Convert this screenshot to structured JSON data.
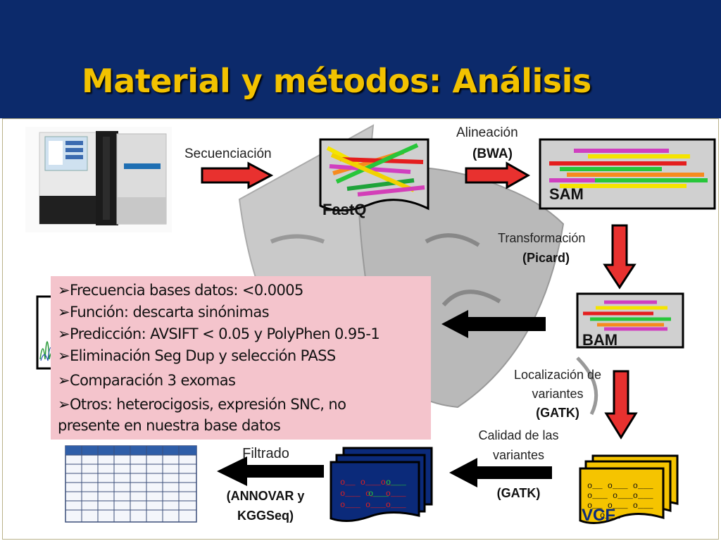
{
  "slide": {
    "title": "Material y métodos: Análisis"
  },
  "steps": {
    "sequencing": "Secuenciación",
    "alignment": "Alineación",
    "alignment_tool": "(BWA)",
    "transformation": "Transformación",
    "transformation_tool": "(Picard)",
    "localization_line1": "Localización de",
    "localization_line2": "variantes",
    "localization_tool": "(GATK)",
    "quality_line1": "Calidad de las",
    "quality_line2": "variantes",
    "quality_tool": "(GATK)",
    "filtering": "Filtrado",
    "filtering_tool_line1": "(ANNOVAR y",
    "filtering_tool_line2": "KGGSeq)"
  },
  "files": {
    "fastq": "FastQ",
    "sam": "SAM",
    "bam": "BAM",
    "vcf": "VCF"
  },
  "criteria": [
    "Frecuencia bases datos: <0.0005",
    "Función: descarta sinónimas",
    "Predicción: AVSIFT < 0.05 y PolyPhen 0.95-1",
    "Eliminación Seg Dup y selección PASS",
    "Comparación 3 exomas",
    "Otros: heterocigosis, expresión SNC, no",
    "presente en nuestra base datos"
  ],
  "colors": {
    "header_bg": "#0c2a6b",
    "title": "#f2c200",
    "arrow_red": "#e8312f",
    "criteria_bg": "#f4c4cc",
    "vcf_yellow": "#f5c400",
    "filter_card_blue": "#0b2a7a"
  }
}
